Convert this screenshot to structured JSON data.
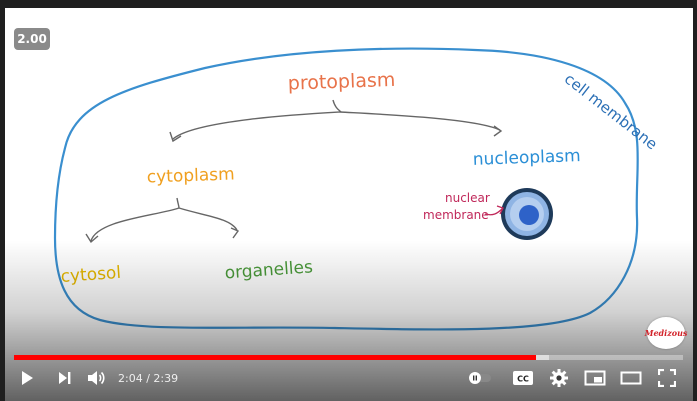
{
  "player": {
    "speed_badge": "2.00",
    "current_time": "2:04",
    "separator": " / ",
    "duration": "2:39",
    "progress_fraction": 0.78,
    "buffered_fraction": 0.8,
    "colors": {
      "played": "#ff0000",
      "background": "#ffffff"
    }
  },
  "video": {
    "labels": {
      "protoplasm": "protoplasm",
      "cytoplasm": "cytoplasm",
      "nucleoplasm": "nucleoplasm",
      "cytosol": "cytosol",
      "organelles": "organelles",
      "nuclear": "nuclear",
      "membrane": "membrane",
      "cell_membrane": "cell membrane"
    },
    "logo_text": "Medizous",
    "colors": {
      "protoplasm": "#e8734a",
      "cytoplasm": "#f0a020",
      "nucleoplasm": "#2b8fd6",
      "cytosol": "#e6b800",
      "organelles": "#4a9a3a",
      "nuclear_membrane": "#c0285a",
      "cell_membrane": "#3a8fcf"
    }
  },
  "controls": {
    "icons": [
      "play-icon",
      "next-icon",
      "volume-icon",
      "autoplay-toggle",
      "captions-icon",
      "settings-icon",
      "miniplayer-icon",
      "theater-icon",
      "fullscreen-icon"
    ],
    "cc_label": "CC"
  }
}
